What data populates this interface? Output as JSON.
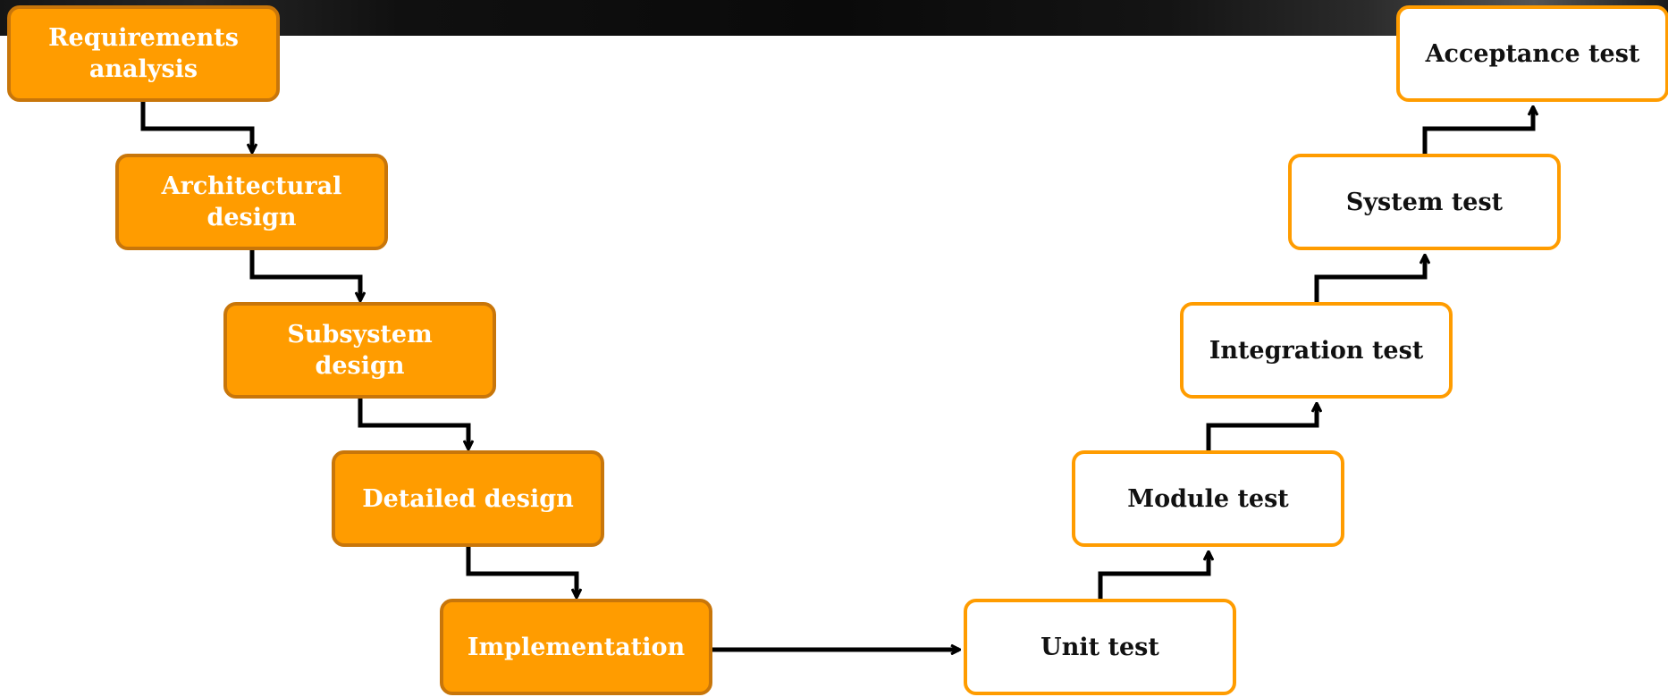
{
  "diagram": {
    "type": "v-model",
    "colors": {
      "filled": "#ff9c00",
      "filled_border": "#c8760a",
      "outline_border": "#ff9c00",
      "arrow": "#000000"
    },
    "left_branch": [
      {
        "label": "Requirements analysis"
      },
      {
        "label": "Architectural design"
      },
      {
        "label": "Subsystem design"
      },
      {
        "label": "Detailed design"
      },
      {
        "label": "Implementation"
      }
    ],
    "right_branch": [
      {
        "label": "Unit test"
      },
      {
        "label": "Module test"
      },
      {
        "label": "Integration test"
      },
      {
        "label": "System test"
      },
      {
        "label": "Acceptance test"
      }
    ]
  }
}
